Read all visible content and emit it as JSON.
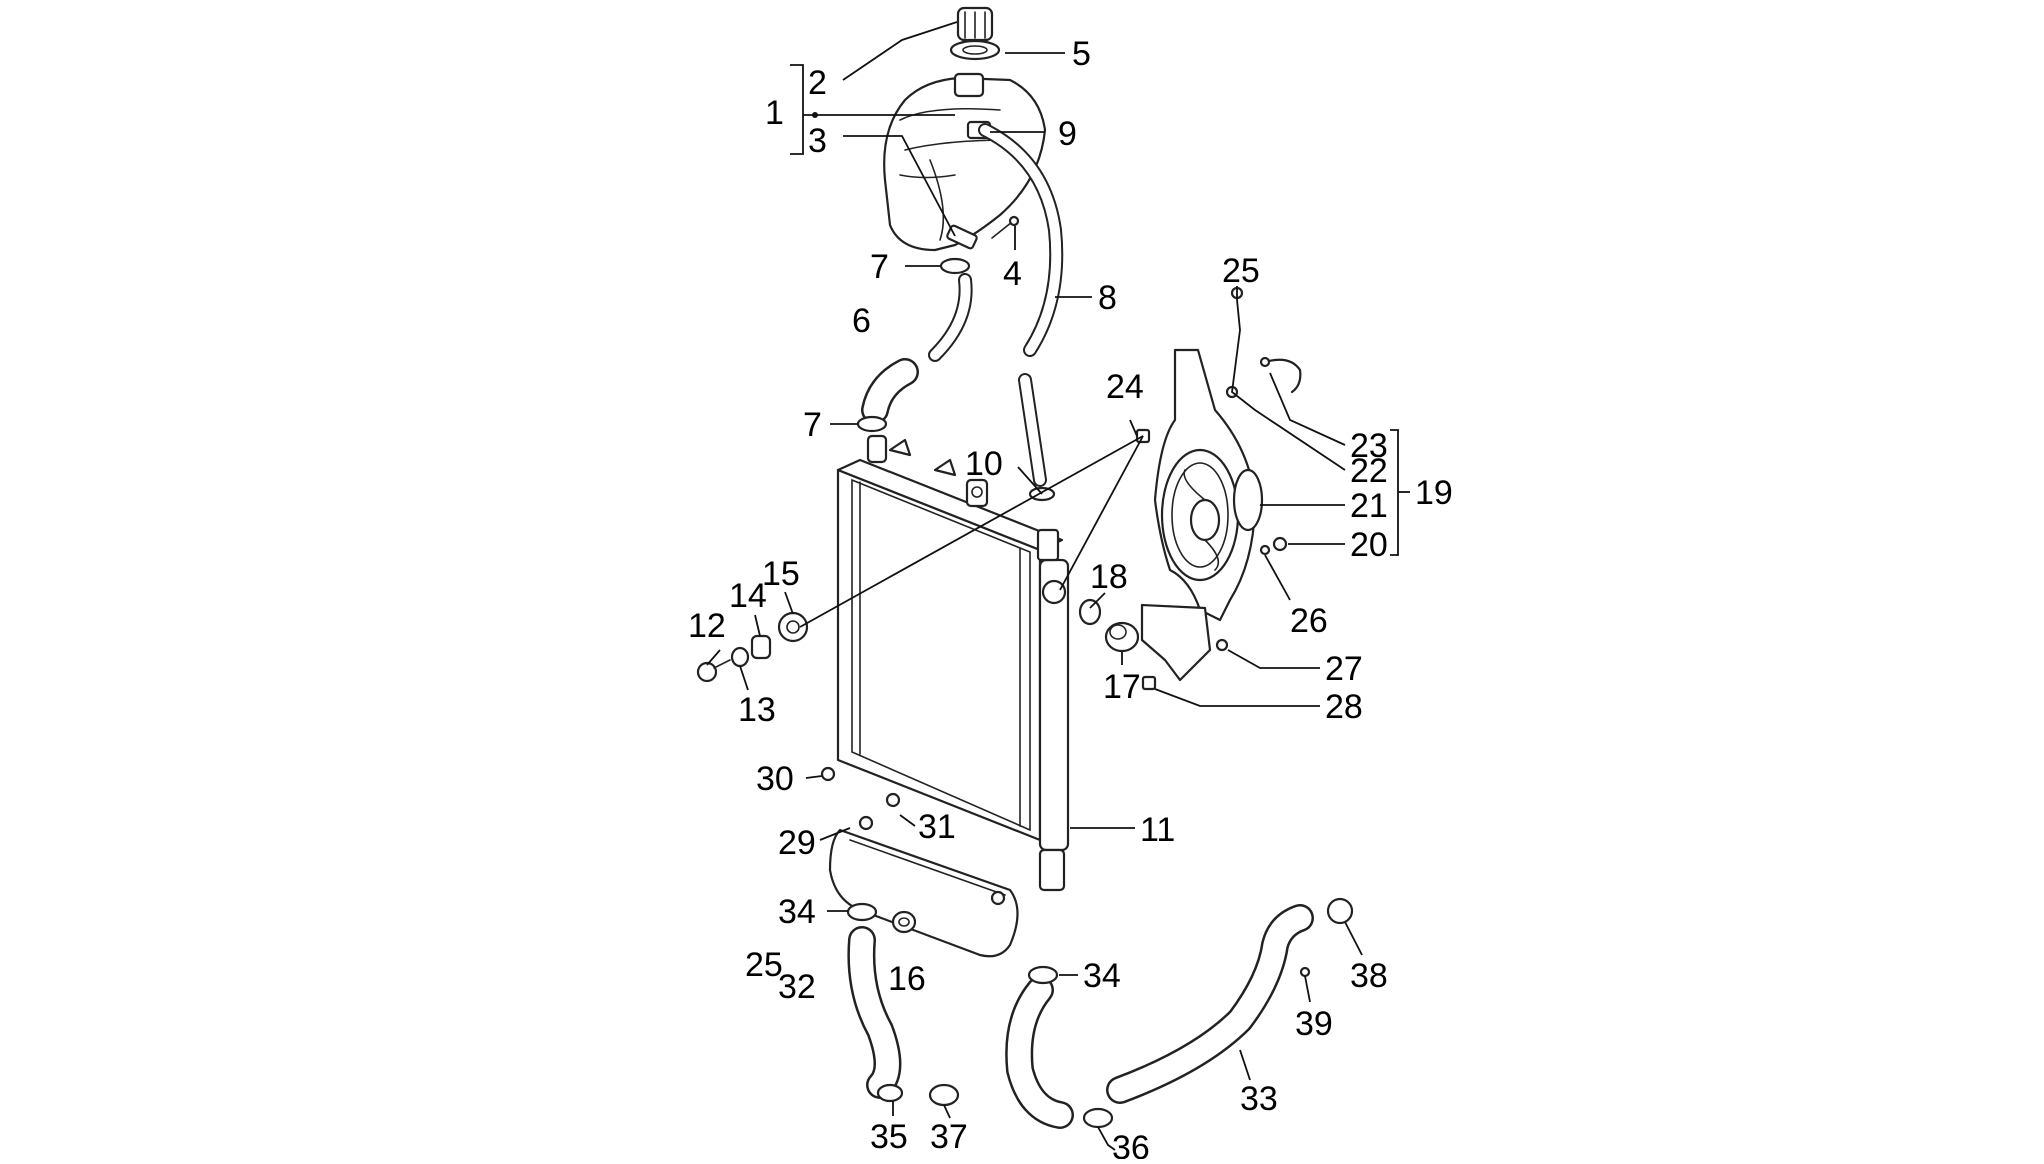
{
  "diagram": {
    "callouts": [
      "1",
      "2",
      "3",
      "4",
      "5",
      "6",
      "7",
      "7",
      "8",
      "9",
      "10",
      "11",
      "12",
      "13",
      "14",
      "15",
      "16",
      "17",
      "18",
      "19",
      "20",
      "21",
      "22",
      "23",
      "24",
      "25",
      "25",
      "26",
      "27",
      "28",
      "29",
      "30",
      "31",
      "32",
      "33",
      "34",
      "34",
      "35",
      "36",
      "37",
      "38",
      "39"
    ]
  },
  "colors": {
    "line": "#222222",
    "background": "#ffffff",
    "text": "#000000"
  }
}
